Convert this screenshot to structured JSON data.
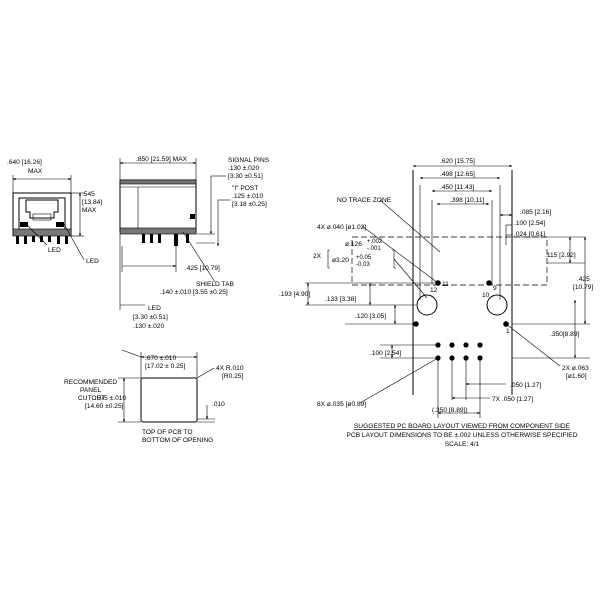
{
  "front_view": {
    "width_dim": ".640 [16.26]",
    "width_note": "MAX",
    "height_dim_1": ".545",
    "height_dim_2": "[13.84]",
    "height_note": "MAX",
    "led_label_1": "LED",
    "led_label_2": "LED"
  },
  "side_view": {
    "length_dim": ".850 [21.59] MAX",
    "signal_pins_label": "SIGNAL PINS",
    "signal_pins_dim_1": ".130 ±.020",
    "signal_pins_dim_2": "[3.30 ±0.51]",
    "post_label": "\"I\" POST",
    "post_dim_1": ".125 ±.010",
    "post_dim_2": "[3.18 ±0.25]",
    "post_pin_dim": ".425 [10.79]",
    "shield_tab_label": "SHIELD TAB",
    "shield_tab_dim": ".140 ±.010 [3.55 ±0.25]",
    "led_label": "LED",
    "led_dim_1": "[3.30 ±0.51]",
    "led_dim_2": ".130 ±.020"
  },
  "cutout_view": {
    "label_1": "RECOMMENDED",
    "label_2": "PANEL",
    "label_3": "CUTOUT",
    "width_dim_1": ".670 ±.010",
    "width_dim_2": "[17.02 ± 0.25]",
    "height_dim_1": ".575 ±.010",
    "height_dim_2": "[14.60 ±0.25]",
    "radius_dim_1": "4X R.010",
    "radius_dim_2": "[R0.25]",
    "offset_dim": ".010",
    "bottom_note_1": "TOP OF PCB TO",
    "bottom_note_2": "BOTTOM OF OPENING"
  },
  "pcb_layout": {
    "dim_620": ".620 [15.75]",
    "dim_498": ".498 [12.65]",
    "dim_450": ".450 [11.43]",
    "dim_398": ".398 [10.11]",
    "dim_085": ".085 [2.16]",
    "dim_100": ".100 [2.54]",
    "dim_024": ".024 [0.61]",
    "dim_115": ".115 [2.92]",
    "dim_425_1": ".425",
    "dim_425_2": "[10.79]",
    "dim_350": ".350[8.89]",
    "no_trace_label": "NO TRACE ZONE",
    "hole_040": "4X ø.040 [ø1.02]",
    "hole_126": "ø.126",
    "hole_126_tol_plus": "+.002",
    "hole_126_tol_minus": "-.001",
    "hole_320_prefix": "2X",
    "hole_320": "ø3.20",
    "hole_320_tol_plus": "+0.05",
    "hole_320_tol_minus": "-0.03",
    "dim_193": ".193 [4.90]",
    "dim_133": ".133 [3.38]",
    "dim_120": ".120 [3.05]",
    "dim_100_left": ".100 [2.54]",
    "hole_035": "8X ø.035 [ø0.89]",
    "dim_350_bottom": "(.350 [8.89])",
    "dim_050": ".050 [1.27]",
    "dim_7x": "7X .050 [1.27]",
    "hole_063_1": "2X ø.063",
    "hole_063_2": "[ø1.60]",
    "pin_11": "11",
    "pin_10": "10",
    "pin_9": "9",
    "pin_12": "12",
    "pin_1": "1",
    "caption_1": "SUGGESTED PC BOARD LAYOUT VIEWED FROM COMPONENT SIDE",
    "caption_2": "PCB LAYOUT DIMENSIONS TO BE ±.002 UNLESS OTHERWISE SPECIFIED",
    "caption_3": "SCALE: 4/1"
  }
}
